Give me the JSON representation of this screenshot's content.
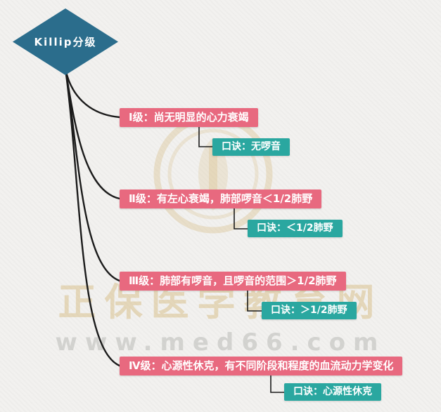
{
  "root": {
    "label": "Killip分级"
  },
  "branches": [
    {
      "label": "Ⅰ级：尚无明显的心力衰竭",
      "child": "口诀：无啰音"
    },
    {
      "label": "Ⅱ级：有左心衰竭，肺部啰音＜1/2肺野",
      "child": "口诀：＜1/2肺野"
    },
    {
      "label": "Ⅲ级：肺部有啰音，且啰音的范围＞1/2肺野",
      "child": "口诀：＞1/2肺野"
    },
    {
      "label": "Ⅳ级：心源性休克，有不同阶段和程度的血流动力学变化",
      "child": "口诀：心源性休克"
    }
  ],
  "watermark": {
    "brand": "正保医学教育网",
    "url": "www.med66.com"
  },
  "colors": {
    "root_node": "#2b6d8c",
    "branch_node": "#e8697f",
    "child_node": "#2aa7a0",
    "background": "#f2f1ef",
    "connector": "#1b1b1b",
    "watermark": "#d2b270"
  }
}
